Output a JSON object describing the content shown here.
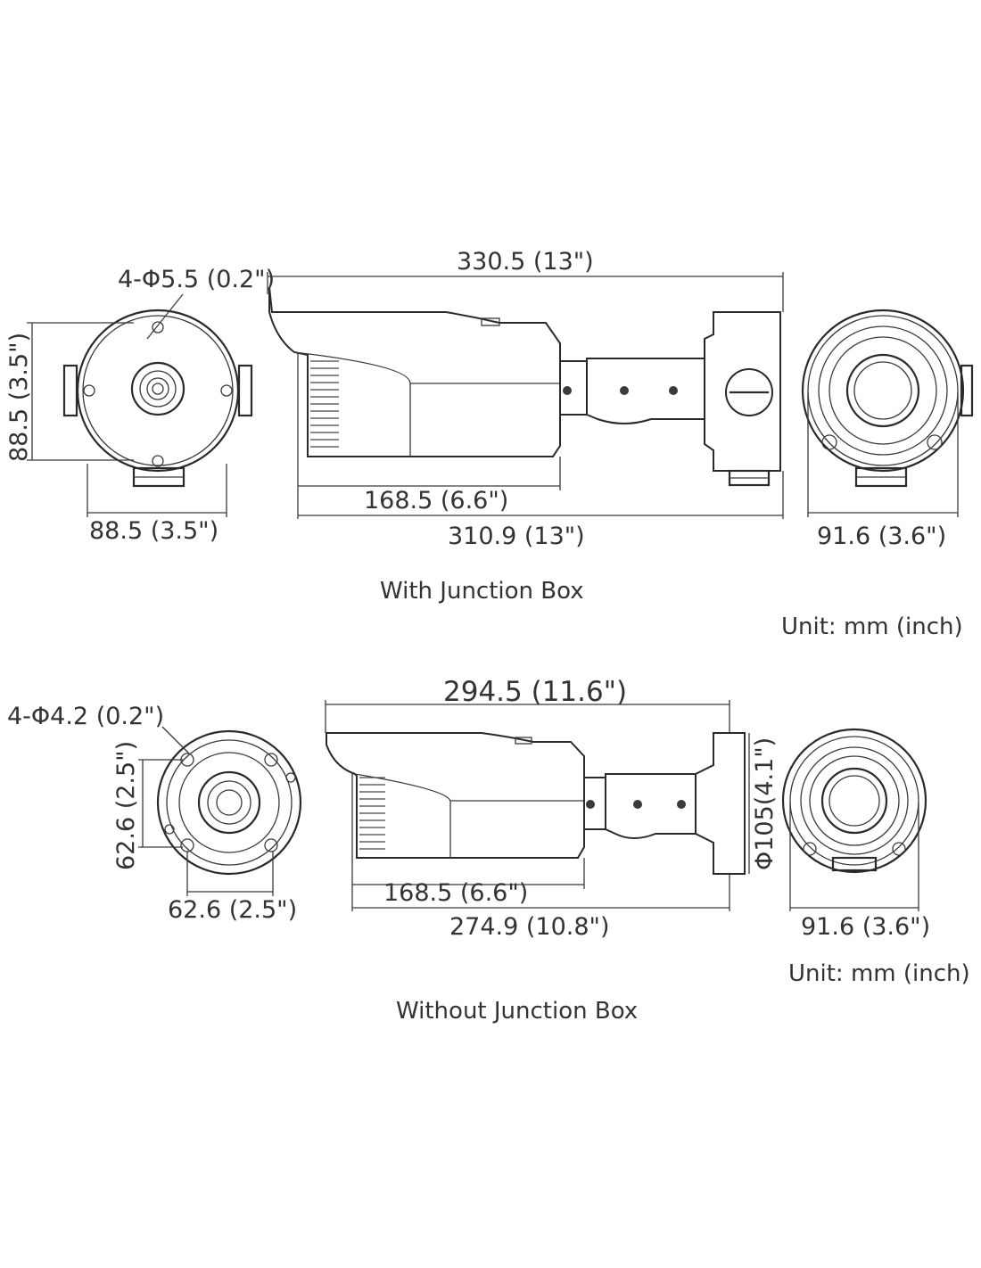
{
  "with_junction_box": {
    "caption": "With Junction Box",
    "unit": "Unit: mm (inch)",
    "hole_spec": "4-Φ5.5 (0.2\")",
    "front_height": "88.5 (3.5\")",
    "front_width": "88.5 (3.5\")",
    "total_length": "330.5 (13\")",
    "body_length": "168.5 (6.6\")",
    "base_length": "310.9 (13\")",
    "rear_width": "91.6 (3.6\")"
  },
  "without_junction_box": {
    "caption": "Without Junction Box",
    "unit": "Unit: mm (inch)",
    "hole_spec": "4-Φ4.2 (0.2\")",
    "front_height": "62.6 (2.5\")",
    "front_width": "62.6 (2.5\")",
    "total_length": "294.5 (11.6\")",
    "body_length": "168.5 (6.6\")",
    "base_length": "274.9 (10.8\")",
    "mount_diameter": "Φ105(4.1\")",
    "rear_width": "91.6 (3.6\")"
  }
}
